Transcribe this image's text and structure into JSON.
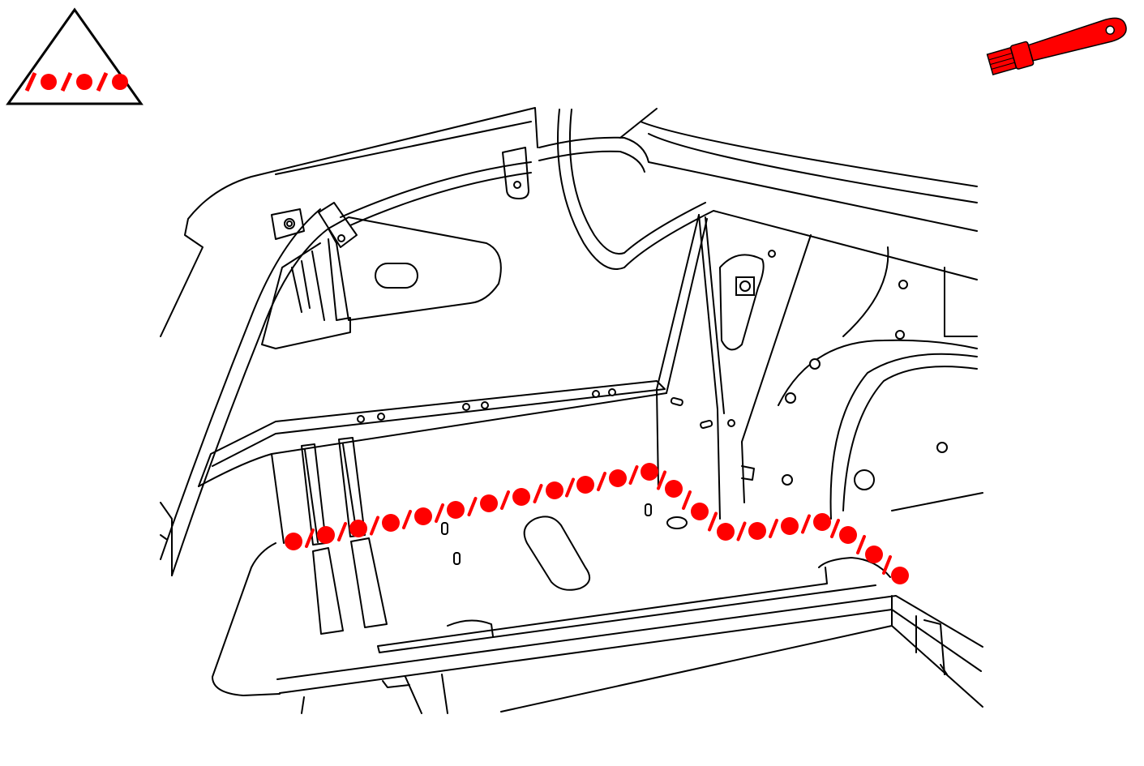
{
  "diagram": {
    "subject": "trunk-floor-and-rear-body-structure",
    "line_color": "#000000",
    "accent_color": "#ff0000",
    "background_color": "#ffffff"
  },
  "symbols": {
    "seam_symbol": {
      "icon": "weld-seam-triangle-icon",
      "color": "#ff0000"
    },
    "brush_tool": {
      "icon": "paint-brush-icon",
      "color": "#ff0000"
    }
  },
  "seam": {
    "icon": "dot-dash-sealer-seam",
    "color": "#ff0000",
    "path": "trunk-floor-perimeter"
  }
}
